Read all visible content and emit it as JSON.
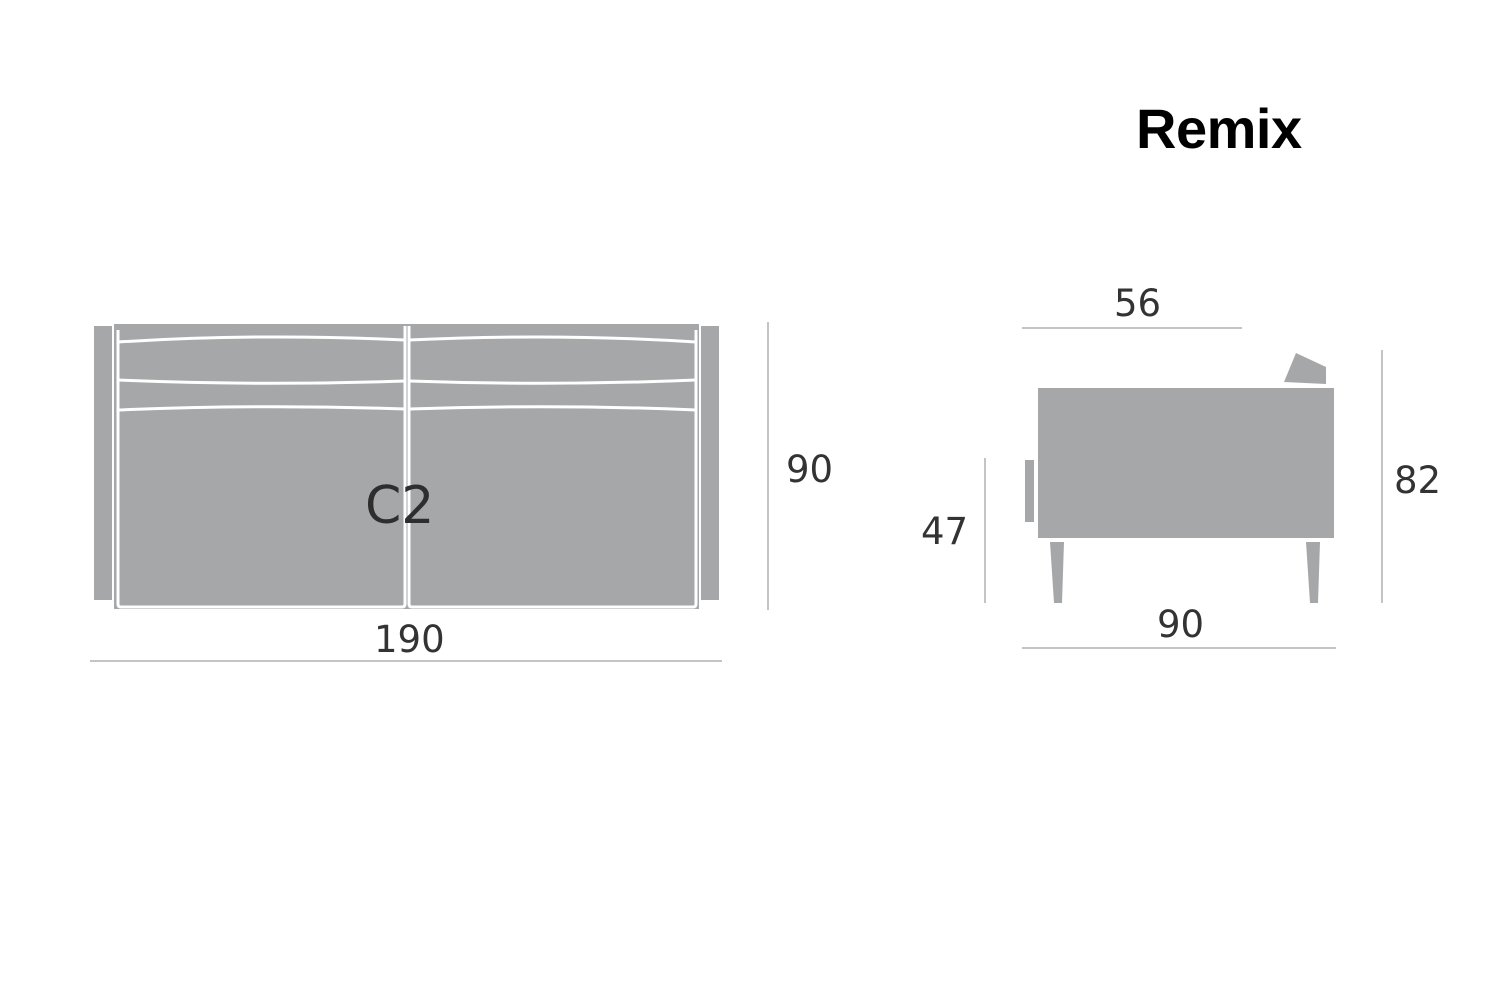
{
  "title": "Remix",
  "front_view": {
    "module_code": "C2",
    "width_label": "190",
    "depth_label": "90"
  },
  "side_view": {
    "seat_depth_label": "56",
    "seat_height_label": "47",
    "total_height_label": "82",
    "depth_label": "90"
  },
  "colors": {
    "sofa_fill": "#a6a7a9",
    "outline": "#ffffff",
    "dimension_line": "#c4c4c4",
    "label_text": "#333333"
  }
}
